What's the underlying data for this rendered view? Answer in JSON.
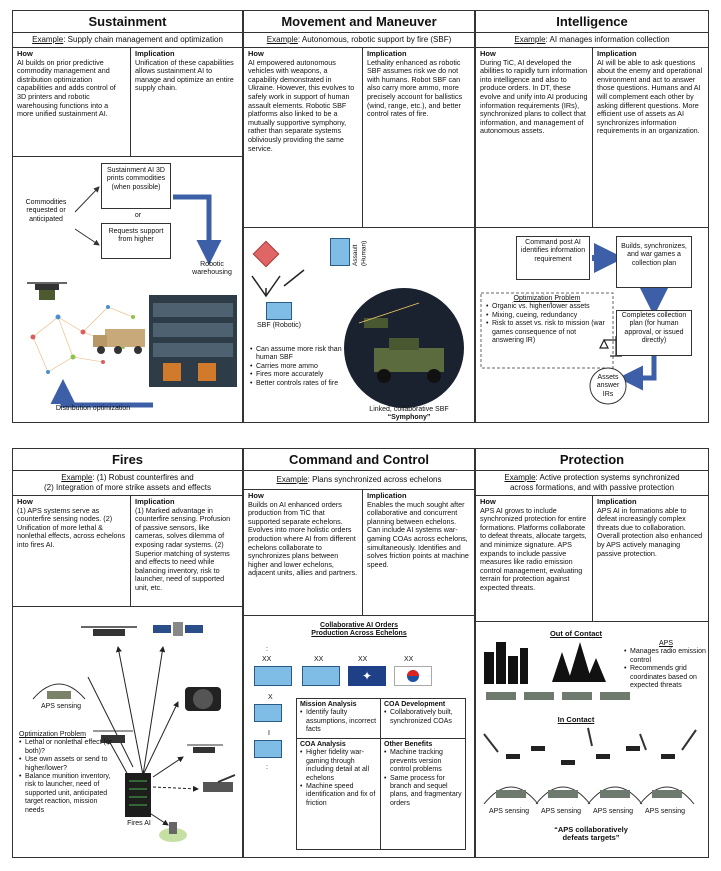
{
  "sustainment": {
    "title": "Sustainment",
    "example_label": "Example",
    "example": ": Supply chain management and optimization",
    "how_label": "How",
    "how": "AI builds on prior predictive commodity management and distribution optimization capabilities and adds control of 3D printers and robotic warehousing functions into a more unified sustainment AI.",
    "implication_label": "Implication",
    "implication": "Unification of these capabilities allows sustainment AI to manage and optimize an entire supply chain.",
    "commodities": "Commodities requested or anticipated",
    "print_box": "Sustainment AI 3D prints commodities (when possible)",
    "or": "or",
    "requests_box": "Requests support from higher",
    "robotic": "Robotic warehousing",
    "distribution": "Distribution optimization"
  },
  "movement": {
    "title": "Movement and Maneuver",
    "example_label": "Example",
    "example": ": Autonomous, robotic support by fire (SBF)",
    "how_label": "How",
    "how": "AI empowered autonomous vehicles with weapons, a capability demonstrated in Ukraine. However, this evolves to safely work in support of human assault elements. Robotic SBF platforms also linked to be a mutually supportive symphony, rather than separate systems obliviously providing the same service.",
    "implication_label": "Implication",
    "implication": "Lethality enhanced as robotic SBF assumes risk we do not with humans. Robot SBF can also carry more ammo, more precisely account for ballistics (wind, range, etc.), and better control rates of fire.",
    "assault": "Assault (Human)",
    "sbf": "SBF (Robotic)",
    "bullets": [
      "Can assume more risk than human SBF",
      "Carries more ammo",
      "Fires more accurately",
      "Better controls rates of fire"
    ],
    "caption1": "Linked, collaborative SBF",
    "caption2": "“Symphony”"
  },
  "intelligence": {
    "title": "Intelligence",
    "example_label": "Example",
    "example": ": AI manages information collection",
    "how_label": "How",
    "how": "During TiC, AI developed the abilities to rapidly turn information into intelligence and also to produce orders. In DT, these evolve and unify into AI producing information requirements (IRs), synchronized plans to collect that information, and management of autonomous assets.",
    "implication_label": "Implication",
    "implication": "AI will be able to ask questions about the enemy and operational environment and act to answer those questions. Humans and AI will complement each other by asking different questions. More efficient use of assets as AI synchronizes information requirements in an organization.",
    "box1": "Command post AI identifies information requirement",
    "box2": "Builds, synchronizes, and war games a collection plan",
    "box3": "Completes collection plan (for human approval, or issued directly)",
    "opt_title": "Optimization Problem",
    "opt_items": [
      "Organic vs. higher/lower assets",
      "Mixing, cueing, redundancy",
      "Risk to asset vs. risk to mission (war games consequence of not answering IR)"
    ],
    "assets": "Assets answer IRs"
  },
  "fires": {
    "title": "Fires",
    "example_label": "Example",
    "example1": ": (1) Robust counterfires and",
    "example2": "(2) Integration of more strike assets and effects",
    "how_label": "How",
    "how": "(1) APS systems serve as counterfire sensing nodes. (2) Unification of more lethal & nonlethal effects, across echelons into fires AI.",
    "implication_label": "Implication",
    "implication": "(1) Marked advantage in counterfire sensing. Profusion of passive sensors, like cameras, solves dilemma of exposing radar systems. (2) Superior matching of systems and effects to need while balancing inventory, risk to launcher, need of supported unit, etc.",
    "aps": "APS sensing",
    "opt_title": "Optimization Problem",
    "opt_items": [
      "Lethal or nonlethal effect (or both)?",
      "Use own assets or send to higher/lower?",
      "Balance munition inventory, risk to launcher, need of supported unit, anticipated target reaction, mission needs"
    ],
    "fires_ai": "Fires AI"
  },
  "c2": {
    "title": "Command and Control",
    "example_label": "Example",
    "example": ": Plans synchronized across echelons",
    "how_label": "How",
    "how": "Builds on AI enhanced orders production from TiC that supported separate echelons. Evolves into more holistic orders production where AI from different echelons collaborate to synchronizes plans between higher and lower echelons, adjacent units, allies and partners.",
    "implication_label": "Implication",
    "implication": "Enables the much sought after collaborative and concurrent planning between echelons. Can include AI systems war-gaming COAs across echelons, simultaneously. Identifies and solves friction points at machine speed.",
    "collab_title1": "Collaborative AI Orders",
    "collab_title2": "Production Across Echelons",
    "xx": "XX",
    "x": "X",
    "bar": "I",
    "dots": ":",
    "mission_title": "Mission Analysis",
    "mission_items": [
      "Identify faulty assumptions, incorrect facts"
    ],
    "coa_dev_title": "COA Development",
    "coa_dev_items": [
      "Collaboratively built, synchronized COAs"
    ],
    "coa_an_title": "COA Analysis",
    "coa_an_items": [
      "Higher fidelity war-gaming through including detail at all echelons",
      "Machine speed identification and fix of friction"
    ],
    "other_title": "Other Benefits",
    "other_items": [
      "Machine tracking prevents version control problems",
      "Same process for branch and sequel plans, and fragmentary orders"
    ]
  },
  "protection": {
    "title": "Protection",
    "example_label": "Example",
    "example1": ": Active protection systems synchronized",
    "example2": "across formations, and with passive protection",
    "how_label": "How",
    "how": "APS AI grows to include synchronized protection for entire formations. Platforms collaborate to defeat threats, allocate targets, and minimize signature. APS expands to include passive measures like radio emission control management, evaluating terrain for protection against expected threats.",
    "implication_label": "Implication",
    "implication": "APS AI in formations able to defeat increasingly complex threats due to collaboration. Overall protection also enhanced by APS actively managing passive protection.",
    "out_contact": "Out of Contact",
    "aps_title": "APS",
    "aps_items": [
      "Manages radio emission control",
      "Recommends grid coordinates based on expected threats"
    ],
    "in_contact": "In Contact",
    "aps_sensing": "APS sensing",
    "caption1": "“APS collaboratively",
    "caption2": "defeats targets”"
  }
}
